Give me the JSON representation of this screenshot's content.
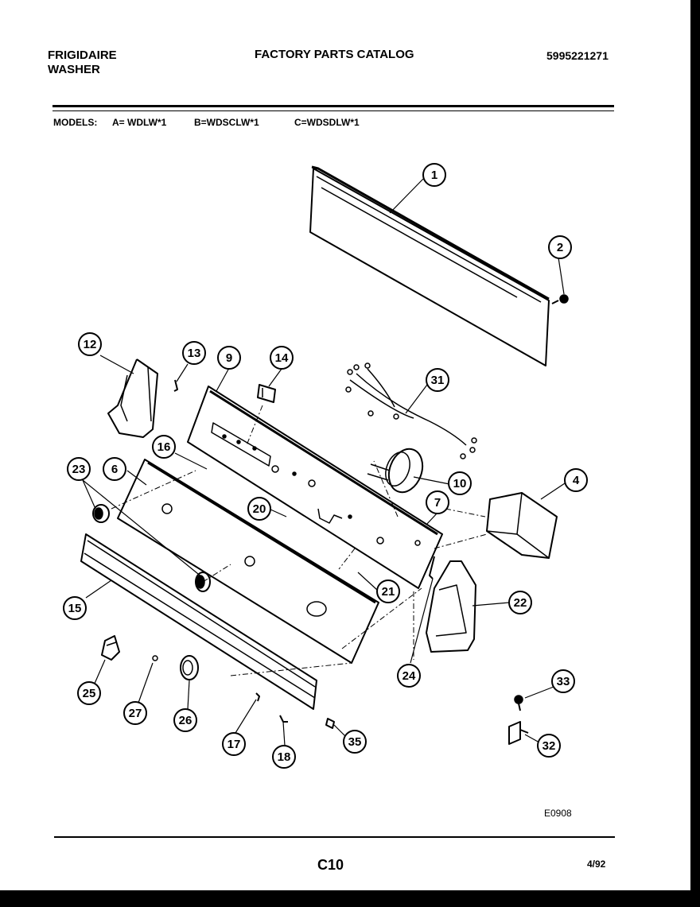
{
  "header": {
    "brand_line1": "FRIGIDAIRE",
    "brand_line2": "WASHER",
    "catalog_title": "FACTORY PARTS CATALOG",
    "catalog_number": "5995221271"
  },
  "models": {
    "label": "MODELS:",
    "model_a": "A= WDLW*1",
    "model_b": "B=WDSCLW*1",
    "model_c": "C=WDSDLW*1"
  },
  "callouts": [
    "1",
    "2",
    "4",
    "6",
    "7",
    "9",
    "10",
    "12",
    "13",
    "14",
    "15",
    "16",
    "17",
    "18",
    "20",
    "21",
    "22",
    "23",
    "24",
    "25",
    "26",
    "27",
    "31",
    "32",
    "33",
    "35"
  ],
  "footer": {
    "figure_id": "E0908",
    "page_code": "C10",
    "date": "4/92"
  }
}
